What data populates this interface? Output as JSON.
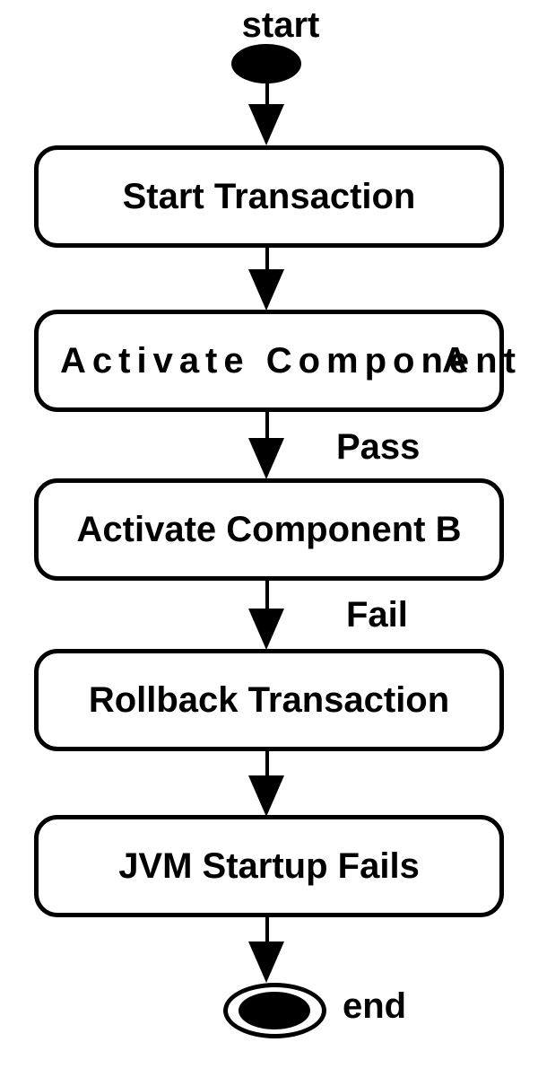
{
  "diagram_type": "flowchart",
  "colors": {
    "stroke": "#000000",
    "fill": "#ffffff",
    "text": "#000000"
  },
  "start_node": {
    "label": "start"
  },
  "end_node": {
    "label": "end"
  },
  "boxes": {
    "b1": {
      "label": "Start Transaction"
    },
    "b2": {
      "label": "Activate Component",
      "overlay": "A"
    },
    "b3": {
      "label": "Activate Component B"
    },
    "b4": {
      "label": "Rollback Transaction"
    },
    "b5": {
      "label": "JVM Startup Fails"
    }
  },
  "edge_labels": {
    "pass": "Pass",
    "fail": "Fail"
  },
  "edges": [
    {
      "from": "start",
      "to": "Start Transaction",
      "label": ""
    },
    {
      "from": "Start Transaction",
      "to": "Activate Component A",
      "label": ""
    },
    {
      "from": "Activate Component A",
      "to": "Activate Component B",
      "label": "Pass"
    },
    {
      "from": "Activate Component B",
      "to": "Rollback Transaction",
      "label": "Fail"
    },
    {
      "from": "Rollback Transaction",
      "to": "JVM Startup Fails",
      "label": ""
    },
    {
      "from": "JVM Startup Fails",
      "to": "end",
      "label": ""
    }
  ]
}
